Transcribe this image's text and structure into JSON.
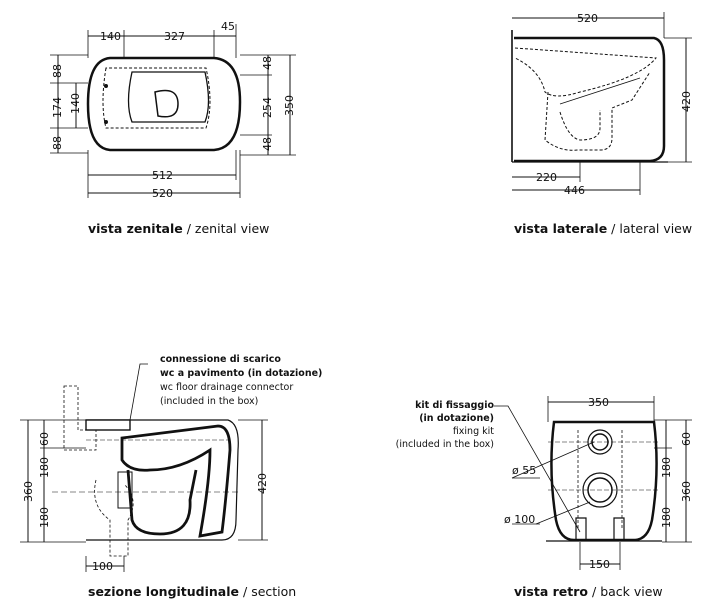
{
  "captions": {
    "zenital": {
      "it": "vista zenitale",
      "en": "zenital view"
    },
    "lateral": {
      "it": "vista laterale",
      "en": "lateral view"
    },
    "section": {
      "it": "sezione longitudinale",
      "en": "section"
    },
    "back": {
      "it": "vista retro",
      "en": "back view"
    },
    "separator": " / "
  },
  "zenital_dims": {
    "top_left": "140",
    "top_mid": "327",
    "top_right": "45",
    "left_a": "88",
    "left_b": "174",
    "left_b2": "140",
    "left_c": "88",
    "right_a": "48",
    "right_b": "254",
    "right_b2": "350",
    "right_c": "48",
    "bottom_inner": "512",
    "bottom_outer": "520"
  },
  "lateral_dims": {
    "top": "520",
    "right": "420",
    "bottom_a": "220",
    "bottom_b": "446"
  },
  "section_dims": {
    "left_top": "60",
    "left_mid": "180",
    "left_total": "360",
    "left_low": "180",
    "right": "420",
    "bottom": "100"
  },
  "section_note": {
    "line1": "connessione di scarico",
    "line2": "wc a pavimento (in dotazione)",
    "line3": "wc floor drainage connector",
    "line4": "(included in the box)"
  },
  "back_dims": {
    "top": "350",
    "right_top": "60",
    "right_mid": "180",
    "right_total": "360",
    "right_low": "180",
    "d55": "ø 55",
    "d100": "ø 100",
    "bottom": "150"
  },
  "back_note": {
    "line1": "kit di fissaggio",
    "line2": "(in dotazione)",
    "line3": "fixing kit",
    "line4": "(included in the box)"
  }
}
